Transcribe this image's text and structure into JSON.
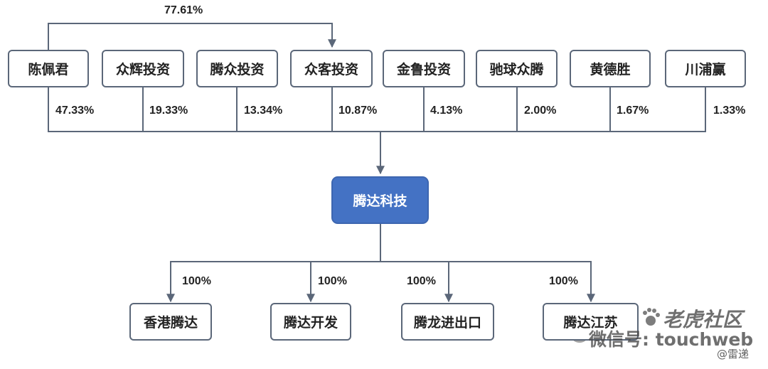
{
  "top_link": {
    "label": "77.61%",
    "from": "陈佩君",
    "to": "众客投资"
  },
  "shareholders": [
    {
      "name": "陈佩君",
      "share": "47.33%"
    },
    {
      "name": "众辉投资",
      "share": "19.33%"
    },
    {
      "name": "腾众投资",
      "share": "13.34%"
    },
    {
      "name": "众客投资",
      "share": "10.87%"
    },
    {
      "name": "金鲁投资",
      "share": "4.13%"
    },
    {
      "name": "驰球众腾",
      "share": "2.00%"
    },
    {
      "name": "黄德胜",
      "share": "1.67%"
    },
    {
      "name": "川浦赢",
      "share": "1.33%"
    }
  ],
  "company": {
    "name": "腾达科技",
    "color": "#4472c4"
  },
  "subsidiaries": [
    {
      "name": "香港腾达",
      "share": "100%"
    },
    {
      "name": "腾达开发",
      "share": "100%"
    },
    {
      "name": "腾龙进出口",
      "share": "100%"
    },
    {
      "name": "腾达江苏",
      "share": "100%"
    }
  ],
  "watermark": {
    "platform": "老虎社区",
    "wechat": "微信号: touchweb",
    "source": "@雷递"
  }
}
